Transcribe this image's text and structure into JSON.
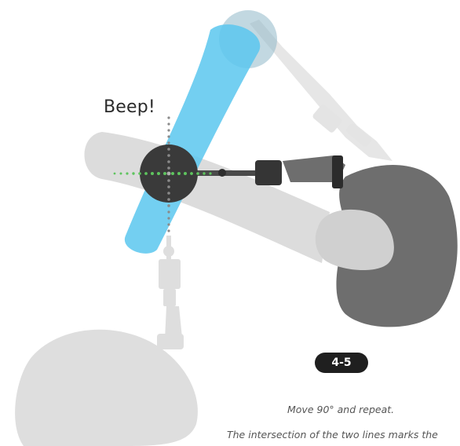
{
  "beep_text": "Beep!",
  "step_badge": "4-5",
  "captions": {
    "line1": "Move 90° and repeat.",
    "line2": "The intersection of the two lines marks the"
  },
  "colors": {
    "sweep_blue": "#5bc7ef",
    "detector_dark": "#3a3a3a",
    "operator_dark": "#6e6e6e",
    "ghost_gray": "#dcdcdc",
    "crosshair_green": "#5ec45e",
    "crosshair_gray": "#8a8a8a",
    "badge_bg": "#1f1f1f"
  }
}
